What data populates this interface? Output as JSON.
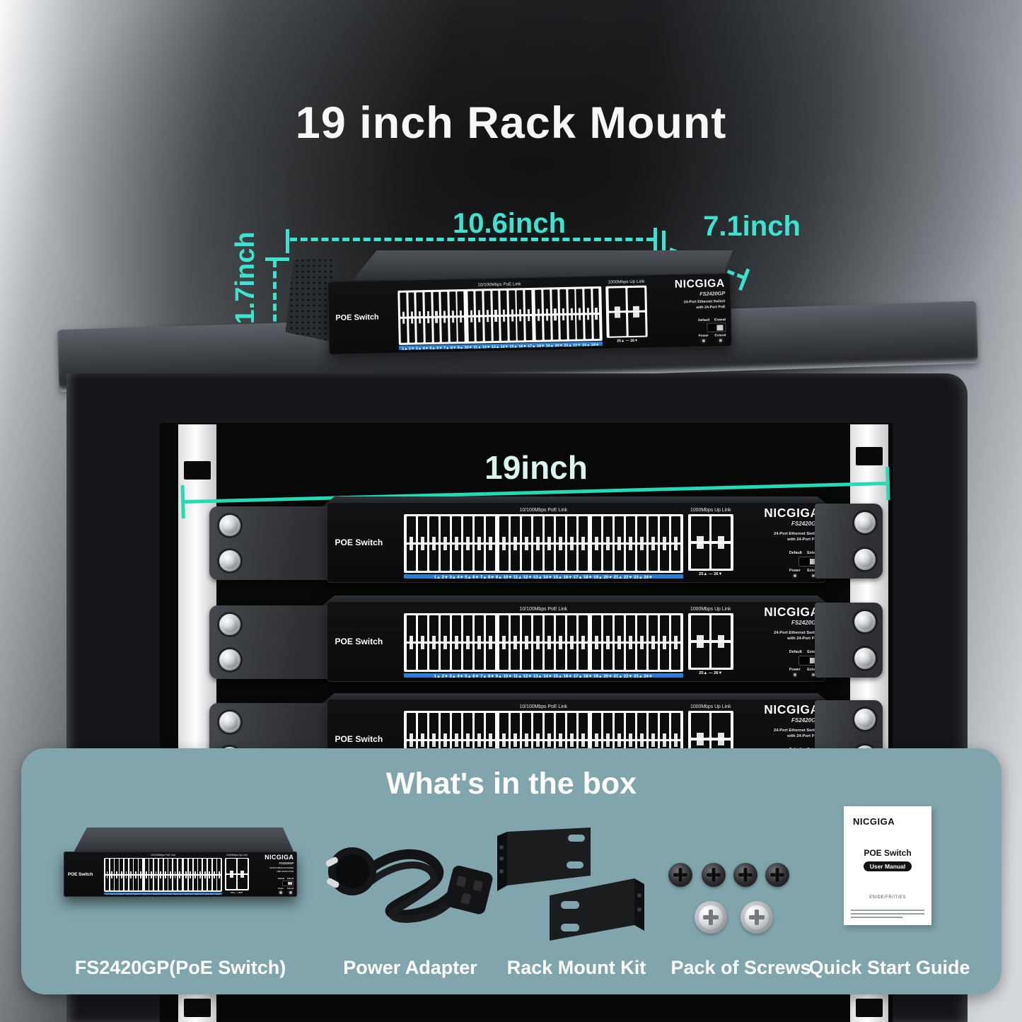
{
  "title": "19 inch Rack Mount",
  "dimensions": {
    "width": "10.6inch",
    "depth": "7.1inch",
    "height": "1.7inch",
    "rack_width": "19inch",
    "accent_color": "#3BE4D0",
    "rack_line_color": "#25DBB6"
  },
  "device": {
    "brand": "NICGIGA",
    "model": "FS2420GP",
    "panel_name": "POE Switch",
    "poe_link_label": "10/100Mbps PoE Link",
    "uplink_label": "1000Mbps Up Link",
    "desc_line1": "24-Port Ethernet Switch",
    "desc_line2": "with 24-Port PoE",
    "mode_default": "Default",
    "mode_extend": "Extend",
    "led_power": "Power",
    "led_extend": "Extend",
    "port_numbers": "1▲ 2▼ 3▲ 4▼ 5▲ 6▼ 7▲ 8▼ 9▲ 10▼ 11▲ 12▼ 13▲ 14▼ 15▲ 16▼ 17▲ 18▼ 19▲ 20▼ 21▲ 22▼ 23▲ 24▼",
    "uplink_numbers": "25▲ — 26▼",
    "port_strip_color": "#2D7FD2"
  },
  "box": {
    "title": "What's in the box",
    "panel_color": "#81A5AD",
    "items": [
      {
        "label": "FS2420GP(PoE Switch)"
      },
      {
        "label": "Power Adapter"
      },
      {
        "label": "Rack Mount Kit"
      },
      {
        "label": "Pack of Screws"
      },
      {
        "label": "Quick Start Guide"
      }
    ],
    "manual": {
      "brand": "NICGIGA",
      "product": "POE Switch",
      "badge": "User Manual",
      "languages": "EN/DE/FR/IT/ES"
    }
  }
}
